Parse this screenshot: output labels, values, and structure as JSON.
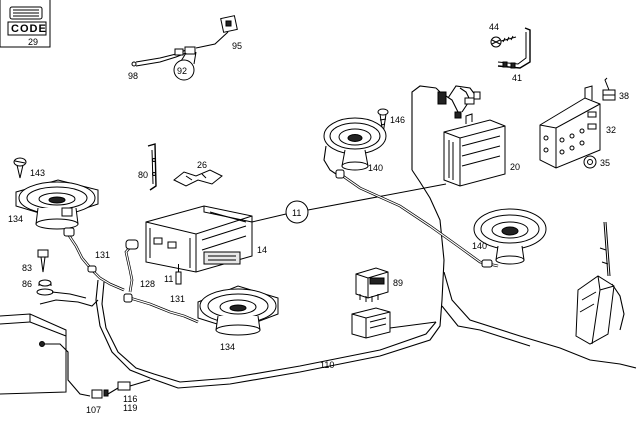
{
  "code_box": {
    "text": "CODE"
  },
  "labels": {
    "l29": "29",
    "l95": "95",
    "l92": "92",
    "l98": "98",
    "l44": "44",
    "l41": "41",
    "l38": "38",
    "l32": "32",
    "l35": "35",
    "l146": "146",
    "l20": "20",
    "l140a": "140",
    "l140b": "140",
    "l143": "143",
    "l134a": "134",
    "l134b": "134",
    "l80": "80",
    "l26": "26",
    "l11": "11",
    "l11b": "11",
    "l14": "14",
    "l131a": "131",
    "l131b": "131",
    "l128": "128",
    "l83": "83",
    "l86": "86",
    "l89": "89",
    "l110": "110",
    "l107": "107",
    "l116": "116",
    "l119": "119"
  }
}
